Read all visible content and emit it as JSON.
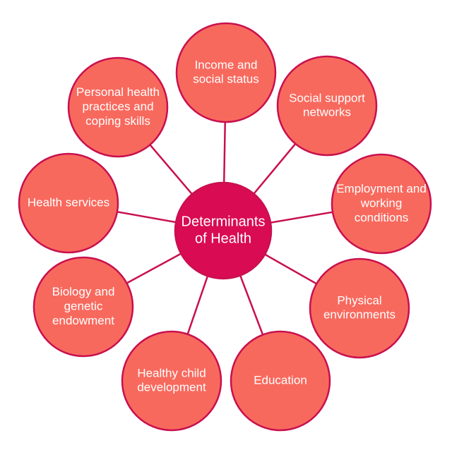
{
  "center": {
    "lines": [
      "Determinants",
      "of Health"
    ]
  },
  "nodes": [
    {
      "key": "income",
      "lines": [
        "Income and",
        "social status"
      ]
    },
    {
      "key": "social-support",
      "lines": [
        "Social support",
        "networks"
      ]
    },
    {
      "key": "employment",
      "lines": [
        "Employment and",
        "working",
        "conditions"
      ]
    },
    {
      "key": "physical-env",
      "lines": [
        "Physical",
        "environments"
      ]
    },
    {
      "key": "education",
      "lines": [
        "Education"
      ]
    },
    {
      "key": "child-dev",
      "lines": [
        "Healthy child",
        "development"
      ]
    },
    {
      "key": "biology",
      "lines": [
        "Biology and",
        "genetic",
        "endowment"
      ]
    },
    {
      "key": "health-services",
      "lines": [
        "Health services"
      ]
    },
    {
      "key": "personal-health",
      "lines": [
        "Personal health",
        "practices and",
        "coping skills"
      ]
    }
  ],
  "colors": {
    "center_fill": "#D90B52",
    "node_fill": "#F8695D",
    "stroke": "#C8104F",
    "text": "#ffffff"
  }
}
